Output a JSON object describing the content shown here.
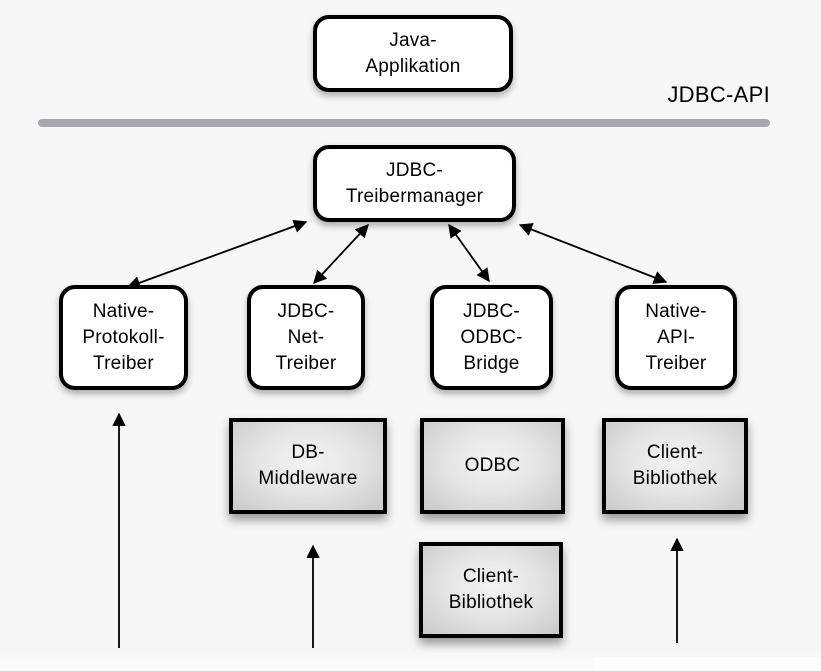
{
  "diagram": {
    "api_label": "JDBC-API",
    "nodes": {
      "java_app": {
        "label": "Java-\nApplikation"
      },
      "treibermanager": {
        "label": "JDBC-\nTreibermanager"
      },
      "native_protokoll": {
        "label": "Native-\nProtokoll-\nTreiber"
      },
      "jdbc_net": {
        "label": "JDBC-\nNet-\nTreiber"
      },
      "jdbc_odbc": {
        "label": "JDBC-\nODBC-\nBridge"
      },
      "native_api": {
        "label": "Native-\nAPI-\nTreiber"
      },
      "db_middleware": {
        "label": "DB-\nMiddleware"
      },
      "odbc": {
        "label": "ODBC"
      },
      "client_bibliothek_mid": {
        "label": "Client-\nBibliothek"
      },
      "client_bibliothek_right": {
        "label": "Client-\nBibliothek"
      }
    },
    "edges": [
      {
        "from": "treibermanager",
        "to": "native_protokoll",
        "type": "bidirectional"
      },
      {
        "from": "treibermanager",
        "to": "jdbc_net",
        "type": "bidirectional"
      },
      {
        "from": "treibermanager",
        "to": "jdbc_odbc",
        "type": "bidirectional"
      },
      {
        "from": "treibermanager",
        "to": "native_api",
        "type": "bidirectional"
      },
      {
        "from": "offscreen-bottom",
        "to": "native_protokoll",
        "type": "arrow-up"
      },
      {
        "from": "offscreen-bottom",
        "to": "db_middleware",
        "type": "arrow-up"
      },
      {
        "from": "offscreen-bottom",
        "to": "client_bibliothek_right",
        "type": "arrow-up"
      }
    ],
    "colors": {
      "background": "#f7f7f7",
      "box_fill": "#ffffff",
      "box_border": "#000000",
      "gray_box_center": "#f3f3f3",
      "gray_box_edge": "#c9c9c9",
      "divider": "#a9a9ad",
      "arrow": "#000000",
      "text": "#000000"
    }
  }
}
